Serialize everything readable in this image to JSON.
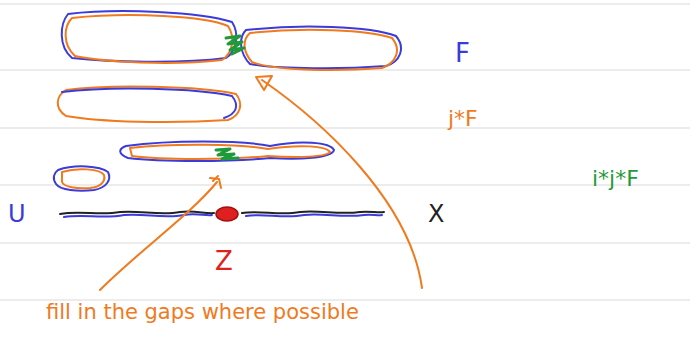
{
  "diagram": {
    "labels": [
      "F",
      "j*F",
      "i*j*F",
      "U",
      "X",
      "Z",
      "fill in the gaps where possible"
    ]
  }
}
